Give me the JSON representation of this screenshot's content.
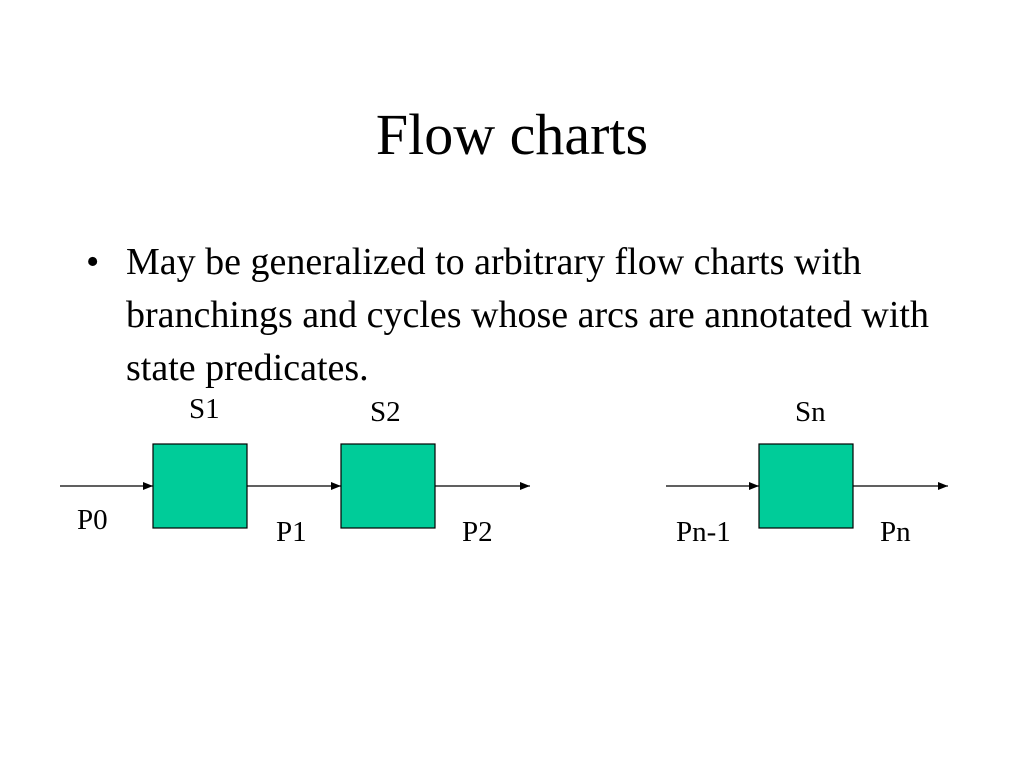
{
  "slide": {
    "title": "Flow charts",
    "bullet_mark": "•",
    "bullet_text": "May be generalized to arbitrary flow charts with branchings and cycles whose arcs are annotated with state predicates."
  },
  "diagram": {
    "states": [
      "S1",
      "S2",
      "Sn"
    ],
    "predicates": [
      "P0",
      "P1",
      "P2",
      "Pn-1",
      "Pn"
    ],
    "box_color": "#00cc99"
  }
}
